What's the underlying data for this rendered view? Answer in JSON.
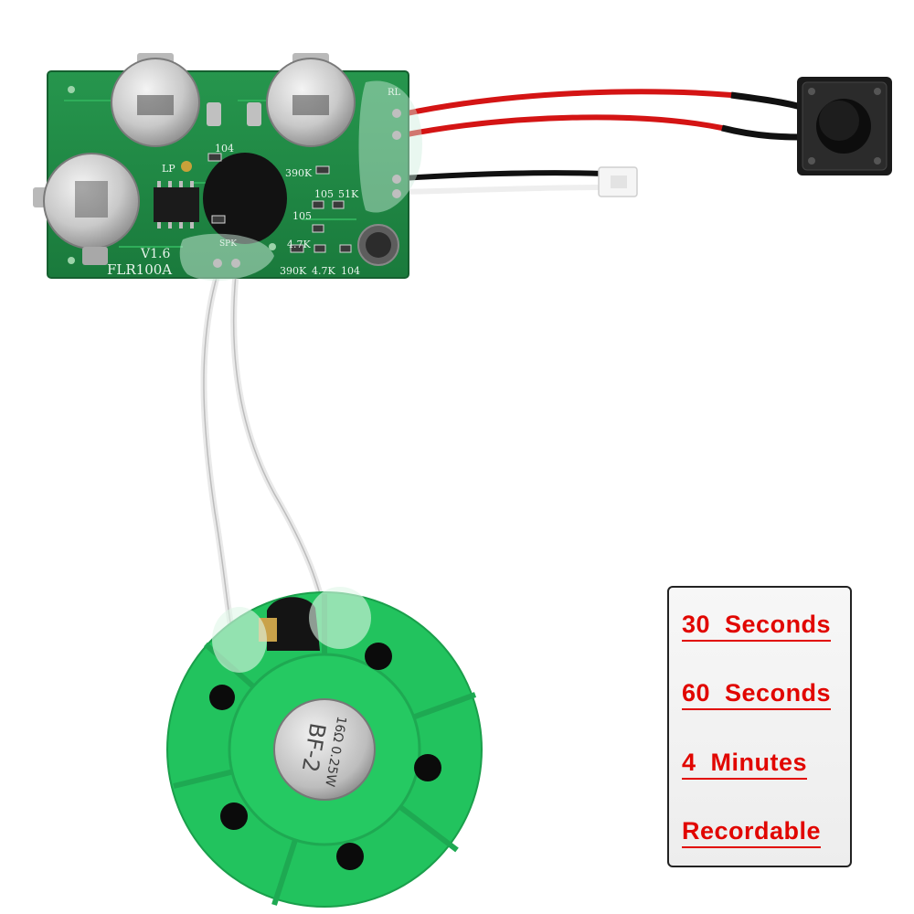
{
  "board": {
    "version_label": "V1.6",
    "model_label": "FLR100A",
    "markings": [
      "104",
      "LP",
      "390K",
      "105",
      "51K",
      "105",
      "4.7K",
      "390K",
      "4.7K",
      "104",
      "SPK",
      "RL"
    ]
  },
  "speaker": {
    "marking_line1": "16Ω 0.25W",
    "marking_line2": "BF-2"
  },
  "feature_list": {
    "items": [
      "30  Seconds",
      "60  Seconds",
      "4  Minutes",
      "Recordable"
    ]
  },
  "colors": {
    "pcb_green": "#1f8a45",
    "speaker_green": "#22c35e",
    "label_red": "#e10600",
    "wire_red": "#d41414",
    "wire_black": "#111111"
  }
}
